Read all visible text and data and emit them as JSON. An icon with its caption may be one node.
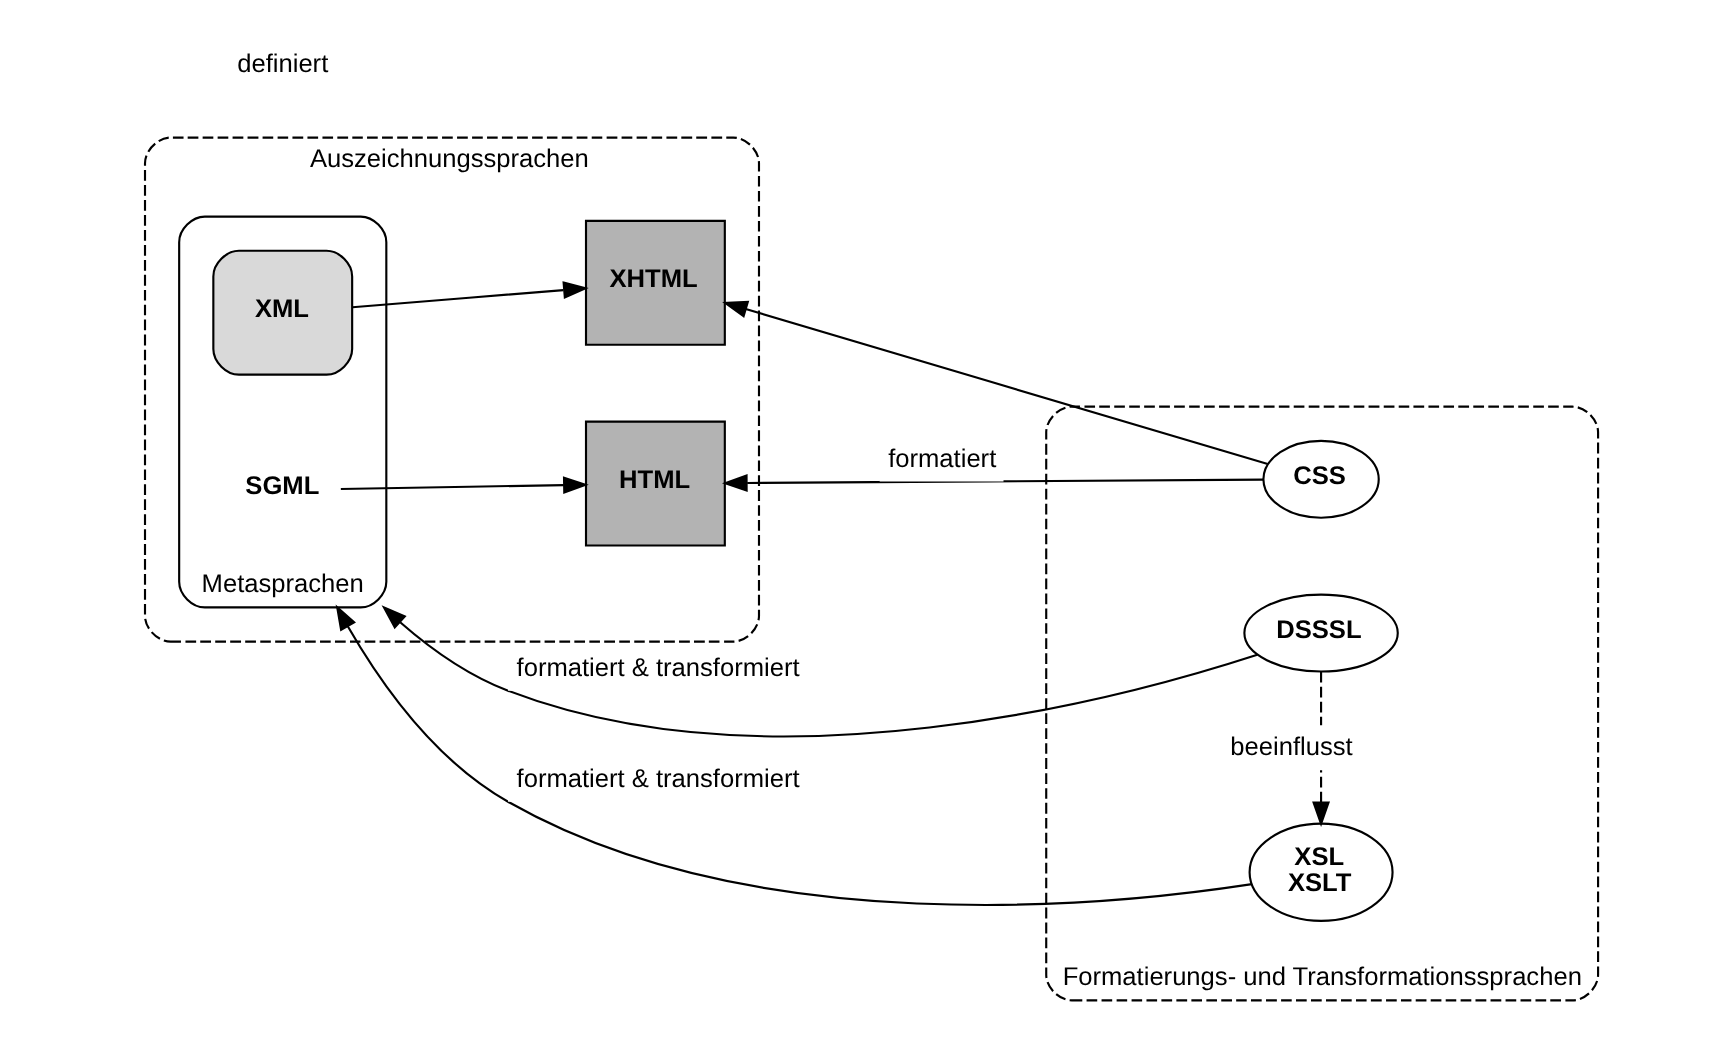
{
  "diagram": {
    "nodes": [
      {
        "text": [
          "Auszeichnungssprachen"
        ]
      },
      {
        "text": [
          "Metasprachen"
        ],
        "in": 0
      },
      {
        "text": [
          "SGML"
        ],
        "in": 1
      },
      {
        "text": [
          "XML"
        ],
        "in": 1
      },
      {
        "text": [
          "HTML"
        ],
        "in": 0
      },
      {
        "text": [
          "XHTML"
        ],
        "in": 0
      },
      {
        "text": [
          "Formatierungs- und Transformationssprachen"
        ]
      },
      {
        "text": [
          "DSSSL"
        ],
        "in": 6
      },
      {
        "text": [
          "CSS"
        ],
        "in": 6
      },
      {
        "text": [
          "XSL",
          "XSLT"
        ],
        "in": 6
      }
    ],
    "edges": [
      {
        "from": 7,
        "to": 1,
        "arrow": "to",
        "label": "formatiert & transformiert"
      },
      {
        "from": 2,
        "to": 4,
        "arrow": "to"
      },
      {
        "from": 3,
        "to": 5,
        "arrow": "to"
      },
      {
        "from": 8,
        "to": 4,
        "arrow": "to",
        "label": "formatiert"
      },
      {
        "from": 8,
        "to": 5,
        "arrow": "to"
      },
      {
        "from": 9,
        "to": 1,
        "arrow": "to",
        "label": "formatiert & transformiert"
      },
      {
        "from": 7,
        "to": 9,
        "arrow": "to",
        "style": "dashed",
        "label": "beeinflusst"
      }
    ],
    "labels": [
      "definiert"
    ]
  }
}
